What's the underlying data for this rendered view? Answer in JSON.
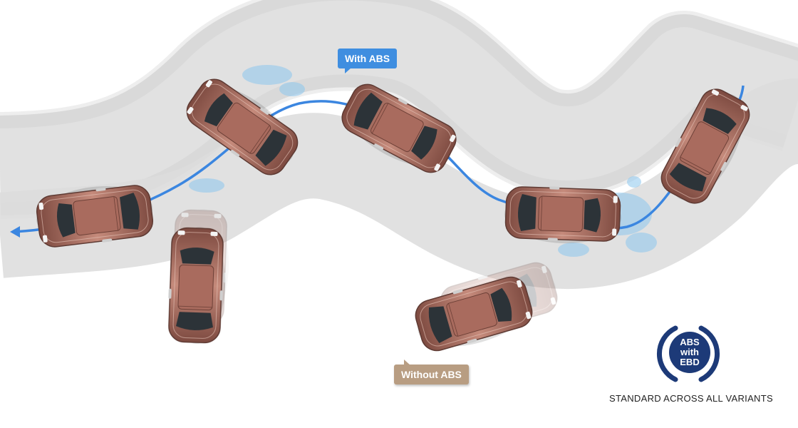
{
  "labels": {
    "with_abs": "With ABS",
    "without_abs": "Without ABS"
  },
  "badge": {
    "line1": "ABS",
    "line2": "with",
    "line3": "EBD",
    "caption": "STANDARD ACROSS ALL VARIANTS"
  },
  "colors": {
    "road": "#d8d8d8",
    "road_edge": "#f2f2f2",
    "path": "#3b86e0",
    "car_body": "#b9776a",
    "with_label": "#3f8ee0",
    "without_label": "#b89d82",
    "badge": "#1d3a78"
  },
  "icons": [
    "car-icon",
    "abs-ebd-badge-icon",
    "direction-arrow-icon"
  ]
}
